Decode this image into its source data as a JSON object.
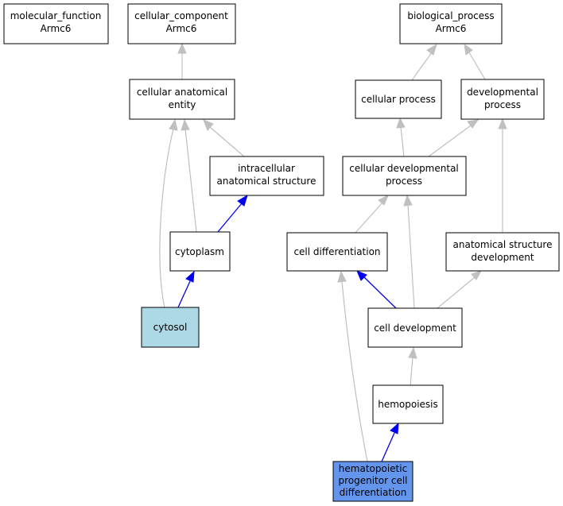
{
  "colors": {
    "default_node": "#ffffff",
    "cytosol": "#add8e6",
    "hematopoietic_progenitor": "#6495ed",
    "is_a_edge": "#c0c0c0",
    "part_of_edge": "#0000ee"
  },
  "nodes": {
    "molecular_function": {
      "lines": [
        "molecular_function",
        "Armc6"
      ]
    },
    "cellular_component": {
      "lines": [
        "cellular_component",
        "Armc6"
      ]
    },
    "biological_process": {
      "lines": [
        "biological_process",
        "Armc6"
      ]
    },
    "cellular_anatomical_entity": {
      "lines": [
        "cellular anatomical",
        "entity"
      ]
    },
    "cellular_process": {
      "lines": [
        "cellular process"
      ]
    },
    "developmental_process": {
      "lines": [
        "developmental",
        "process"
      ]
    },
    "intracellular_anatomical_structure": {
      "lines": [
        "intracellular",
        "anatomical structure"
      ]
    },
    "cellular_developmental_process": {
      "lines": [
        "cellular developmental",
        "process"
      ]
    },
    "cytoplasm": {
      "lines": [
        "cytoplasm"
      ]
    },
    "cell_differentiation": {
      "lines": [
        "cell differentiation"
      ]
    },
    "anatomical_structure_development": {
      "lines": [
        "anatomical structure",
        "development"
      ]
    },
    "cytosol": {
      "lines": [
        "cytosol"
      ]
    },
    "cell_development": {
      "lines": [
        "cell development"
      ]
    },
    "hemopoiesis": {
      "lines": [
        "hemopoiesis"
      ]
    },
    "hematopoietic_progenitor_cell_differentiation": {
      "lines": [
        "hematopoietic",
        "progenitor cell",
        "differentiation"
      ]
    }
  }
}
